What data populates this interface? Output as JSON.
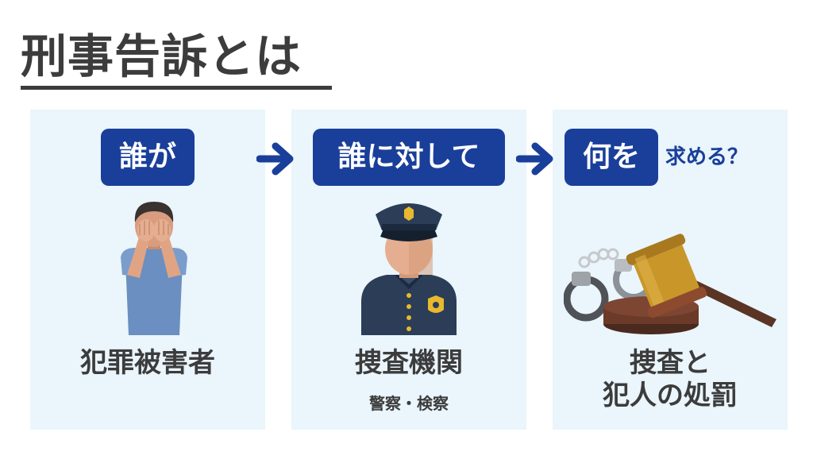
{
  "title": "刑事告訴とは",
  "steps": [
    {
      "tag": "誰が",
      "label": "犯罪被害者"
    },
    {
      "tag": "誰に対して",
      "label": "捜査機関",
      "sublabel": "警察・検察"
    },
    {
      "tag": "何を",
      "suffix": "求める？",
      "label_line1": "捜査と",
      "label_line2": "犯人の処罰"
    }
  ],
  "colors": {
    "tag_bg": "#1a3f9a",
    "panel_bg": "#eaf5fc",
    "text": "#3c3c3c",
    "arrow": "#1a3f9a"
  },
  "icons": {
    "victim": "crying-person-icon",
    "police": "police-officer-icon",
    "justice": "gavel-handcuffs-icon",
    "arrow": "arrow-right-icon"
  }
}
